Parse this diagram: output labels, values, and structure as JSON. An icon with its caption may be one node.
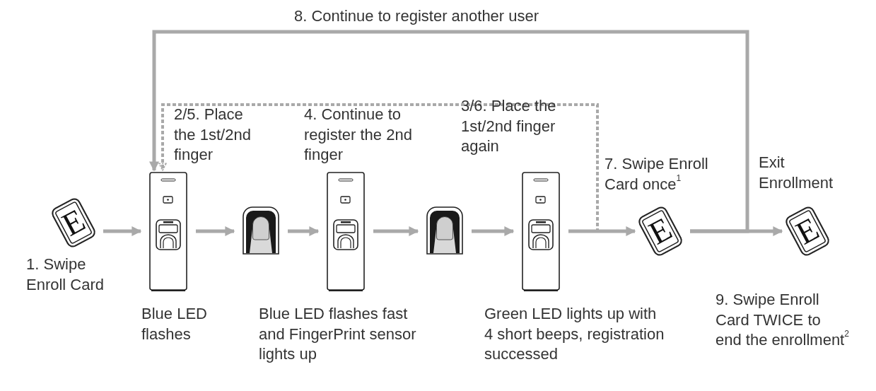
{
  "diagram": {
    "nodes": [
      {
        "text": [
          "E"
        ],
        "beside": [
          "1. Swipe Enroll Card"
        ]
      },
      {
        "text": [],
        "shape": "picture",
        "beside": [
          "2/5. Place the 1st/2nd finger",
          "Blue LED flashes"
        ]
      },
      {
        "text": [],
        "shape": "picture"
      },
      {
        "text": [],
        "shape": "picture",
        "beside": [
          "4. Continue to register the 2nd finger",
          "Blue LED flashes fast and FingerPrint sensor lights up"
        ]
      },
      {
        "text": [],
        "shape": "picture"
      },
      {
        "text": [],
        "shape": "picture",
        "beside": [
          "3/6. Place the 1st/2nd finger again",
          "Green LED lights up with 4 short beeps, registration successed"
        ]
      },
      {
        "text": [
          "E"
        ],
        "beside": [
          "7. Swipe Enroll Card once$^{1}$"
        ]
      },
      {
        "text": [
          "E"
        ],
        "beside": [
          "Exit Enrollment",
          "9. Swipe Enroll Card TWICE to end the enrollment$^{2}$"
        ]
      }
    ],
    "edges": [
      {
        "from": 0,
        "to": 1,
        "arrow": "to"
      },
      {
        "from": 1,
        "to": 2,
        "arrow": "to"
      },
      {
        "from": 2,
        "to": 3,
        "arrow": "to"
      },
      {
        "from": 3,
        "to": 4,
        "arrow": "to"
      },
      {
        "from": 4,
        "to": 5,
        "arrow": "to"
      },
      {
        "from": 5,
        "to": 6,
        "arrow": "to"
      },
      {
        "from": 5,
        "to": 1,
        "arrow": "to",
        "style": "dashed"
      },
      {
        "from": 6,
        "to": 7,
        "arrow": "to"
      },
      {
        "from": 6,
        "to": 1,
        "arrow": "to",
        "label": "8. Continue to register another user"
      }
    ]
  }
}
